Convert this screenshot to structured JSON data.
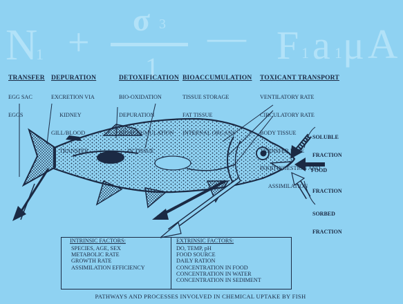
{
  "background_formula": {
    "n1": "N",
    "n1_sub": "1",
    "plus": "+",
    "sigma": "σ",
    "sigma_sub": "3",
    "denominator": "1",
    "minus": "—",
    "f": "F",
    "f_sub": "1",
    "a": "a",
    "a_sub": "1",
    "mu": "μ",
    "A": "A"
  },
  "headers": {
    "transfer": "TRANSFER",
    "depuration": "DEPURATION",
    "detox": "DETOXIFICATION",
    "bioacc": "BIOACCUMULATION",
    "transport": "TOXICANT TRANSPORT"
  },
  "transfer_items": [
    "EGG SAC",
    "EGGS"
  ],
  "depuration_items": [
    "EXCRETION VIA",
    "      KIDNEY",
    "GILL/BLOOD",
    "      TRANSFER"
  ],
  "detox_items": [
    "BIO-OXIDATION",
    "DEPURATION",
    "BIOACCUMULATION",
    "      IN TISSUE"
  ],
  "bioacc_items": [
    "TISSUE STORAGE",
    "FAT TISSUE",
    "INTERNAL ORGANS"
  ],
  "transport_items": [
    "VENTILATORY RATE",
    "CIRCULATORY RATE",
    "BODY TISSUE",
    "TRANSFER RATE",
    "FOOD INGESTION AND",
    "      ASSIMILATION"
  ],
  "fractions": {
    "soluble": [
      "SOLUBLE",
      "FRACTION"
    ],
    "food": [
      "FOOD",
      "FRACTION"
    ],
    "sorbed": [
      "SORBED",
      "FRACTION"
    ]
  },
  "table": {
    "intrinsic_title": "INTRINSIC FACTORS:",
    "intrinsic": [
      "SPECIES, AGE, SEX",
      "METABOLIC RATE",
      "GROWTH RATE",
      "ASSIMILATION EFFICIENCY"
    ],
    "extrinsic_title": "EXTRINSIC FACTORS:",
    "extrinsic": [
      "DO, TEMP, pH",
      "FOOD SOURCE",
      "DAILY RATION",
      "CONCENTRATION IN FOOD",
      "CONCENTRATION IN WATER",
      "CONCENTRATION IN SEDIMENT"
    ]
  },
  "caption": "PATHWAYS AND PROCESSES INVOLVED IN CHEMICAL UPTAKE BY FISH",
  "colors": {
    "background": "#8fd2f2",
    "ink": "#1b2a44",
    "faint": "#b2e2f8"
  }
}
